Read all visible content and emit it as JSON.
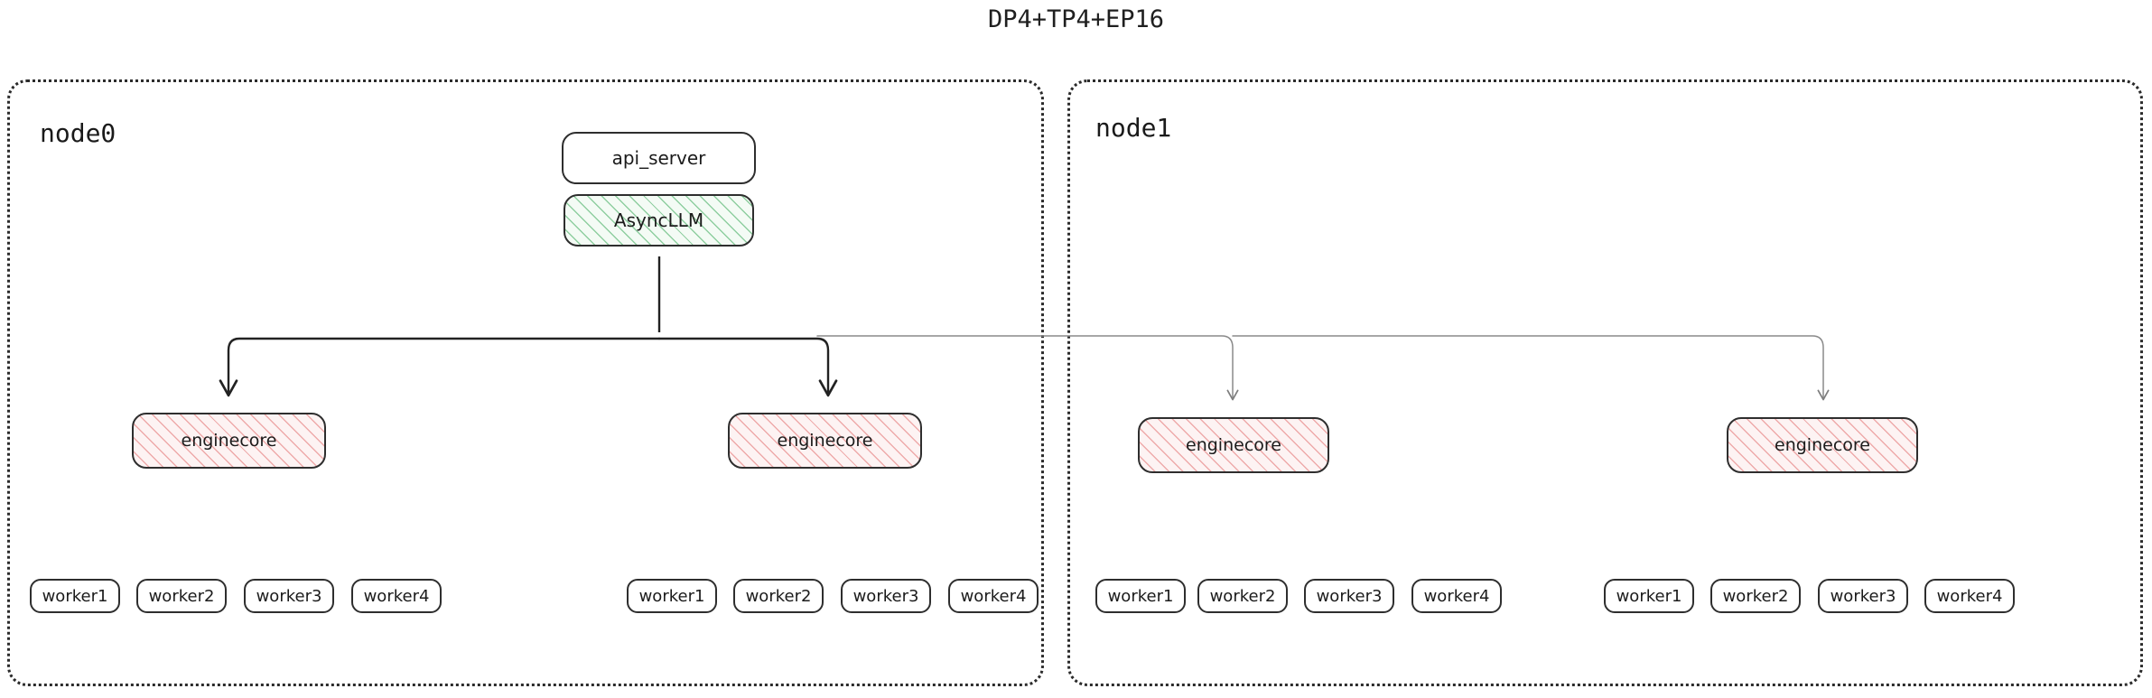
{
  "diagram": {
    "title": "DP4+TP4+EP16",
    "type": "deployment-topology",
    "colors": {
      "outline": "#2e2e2e",
      "node_border": "#2b2b2b",
      "asyncllm_hatch": "#3caa5a",
      "asyncllm_fill": "#f4fbf5",
      "enginecore_hatch": "#e26e6e",
      "enginecore_fill": "#fdf3f3",
      "local_edge": "#222222",
      "remote_edge": "#8a8a8a",
      "background": "#ffffff"
    },
    "nodes": [
      {
        "id": "node0",
        "label": "node0",
        "api_server": {
          "label": "api_server"
        },
        "async_llm": {
          "label": "AsyncLLM"
        },
        "engines": [
          {
            "label": "enginecore",
            "workers": [
              {
                "label": "worker1"
              },
              {
                "label": "worker2"
              },
              {
                "label": "worker3"
              },
              {
                "label": "worker4"
              }
            ]
          },
          {
            "label": "enginecore",
            "workers": [
              {
                "label": "worker1"
              },
              {
                "label": "worker2"
              },
              {
                "label": "worker3"
              },
              {
                "label": "worker4"
              }
            ]
          }
        ]
      },
      {
        "id": "node1",
        "label": "node1",
        "engines": [
          {
            "label": "enginecore",
            "workers": [
              {
                "label": "worker1"
              },
              {
                "label": "worker2"
              },
              {
                "label": "worker3"
              },
              {
                "label": "worker4"
              }
            ]
          },
          {
            "label": "enginecore",
            "workers": [
              {
                "label": "worker1"
              },
              {
                "label": "worker2"
              },
              {
                "label": "worker3"
              },
              {
                "label": "worker4"
              }
            ]
          }
        ]
      }
    ]
  }
}
